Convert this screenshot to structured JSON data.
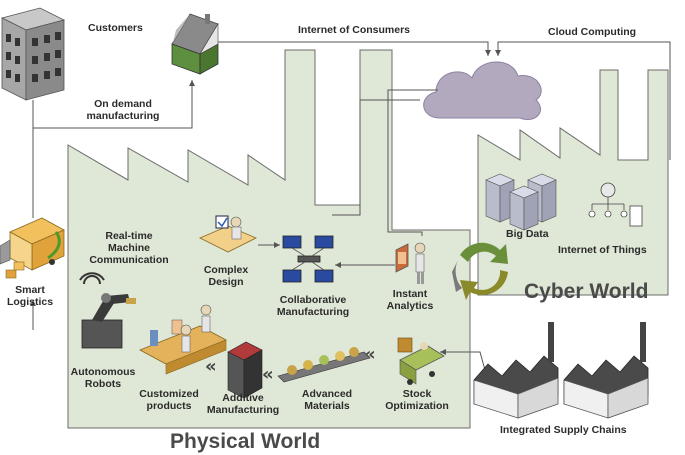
{
  "labels": {
    "customers": "Customers",
    "internet_of_consumers": "Internet of Consumers",
    "cloud_computing": "Cloud Computing",
    "on_demand_line1": "On demand",
    "on_demand_line2": "manufacturing",
    "realtime_line1": "Real-time",
    "realtime_line2": "Machine",
    "realtime_line3": "Communication",
    "complex_line1": "Complex",
    "complex_line2": "Design",
    "collab_line1": "Collaborative",
    "collab_line2": "Manufacturing",
    "instant_line1": "Instant",
    "instant_line2": "Analytics",
    "big_data": "Big Data",
    "iot": "Internet of Things",
    "cyber_world": "Cyber World",
    "smart_line1": "Smart",
    "smart_line2": "Logistics",
    "autonomous_line1": "Autonomous",
    "autonomous_line2": "Robots",
    "customized_line1": "Customized",
    "customized_line2": "products",
    "additive_line1": "Additive",
    "additive_line2": "Manufacturing",
    "advanced_line1": "Advanced",
    "advanced_line2": "Materials",
    "stock_line1": "Stock",
    "stock_line2": "Optimization",
    "integrated_supply_chains": "Integrated Supply Chains",
    "physical_world": "Physical World"
  },
  "colors": {
    "factory_fill": "#dfe7d6",
    "factory_stroke": "#6b6b6b",
    "cloud_fill": "#b3a9bf",
    "arrow": "#555555",
    "house_green": "#5e8f3e",
    "cycle_green": "#6a8f3a",
    "cycle_olive": "#8a8a2a",
    "cycle_gray": "#7a7a7a"
  }
}
